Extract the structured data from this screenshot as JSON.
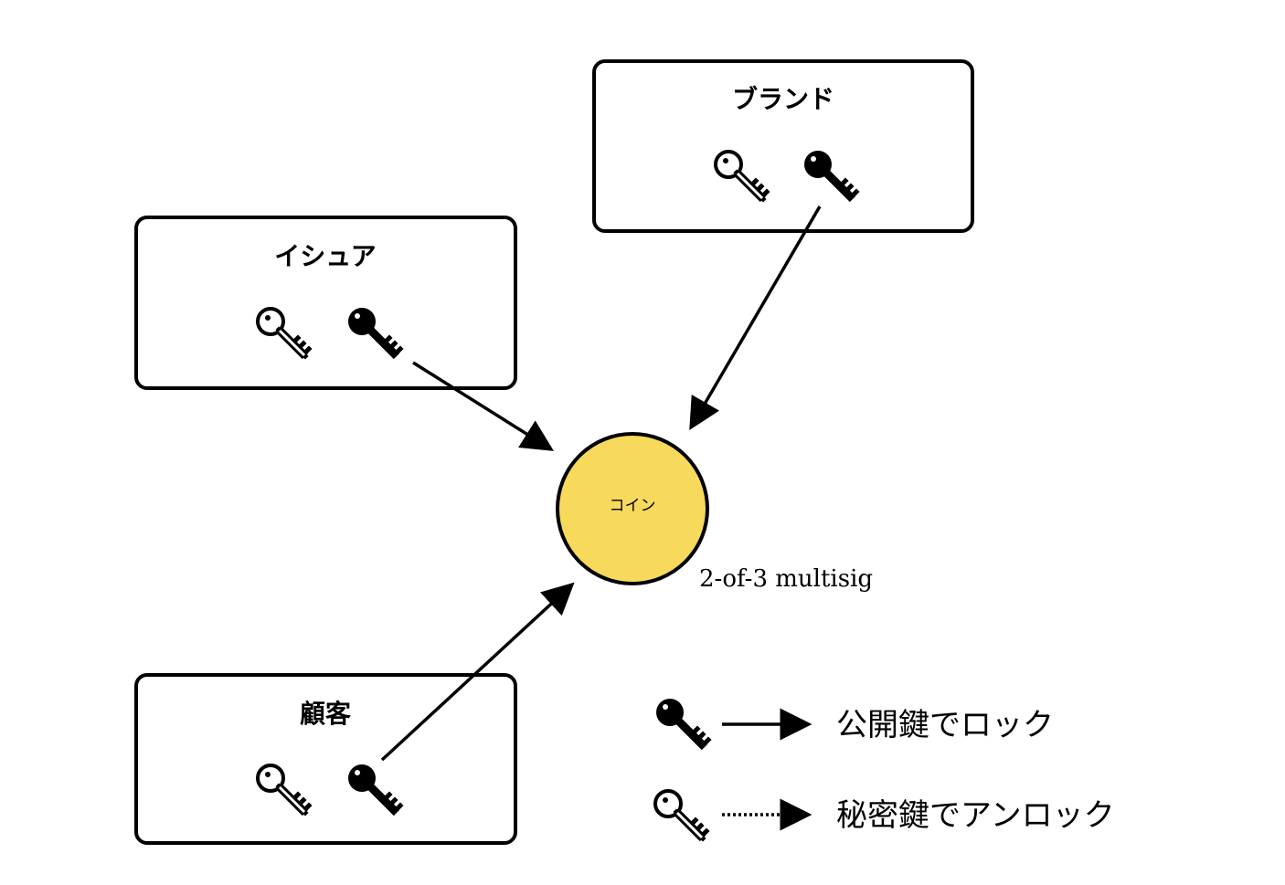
{
  "entities": [
    {
      "id": "brand",
      "label": "ブランド"
    },
    {
      "id": "issuer",
      "label": "イシュア"
    },
    {
      "id": "customer",
      "label": "顧客"
    }
  ],
  "coin": {
    "label": "コイン",
    "fill_color": "#f7d95c",
    "caption": "2-of-3 multisig"
  },
  "legend": {
    "lock_text": "公開鍵でロック",
    "unlock_text": "秘密鍵でアンロック"
  },
  "icons": {
    "public_key": "outline-key-icon",
    "private_key": "solid-key-icon"
  }
}
